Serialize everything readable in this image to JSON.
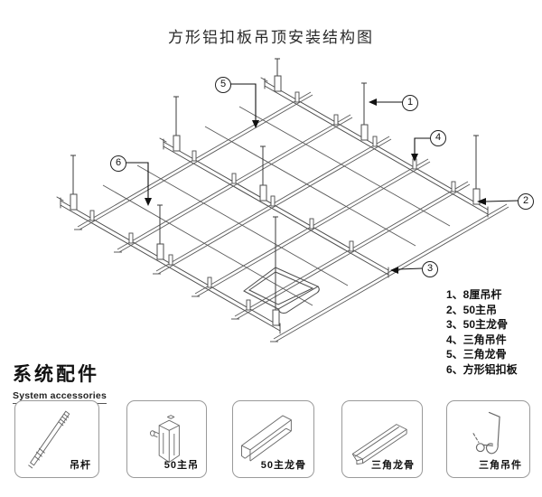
{
  "page": {
    "title": "方形铝扣板吊顶安装结构图"
  },
  "diagram": {
    "description": "isometric ceiling grid installation structure",
    "callouts": [
      {
        "num": "1",
        "target": "8厘吊杆"
      },
      {
        "num": "2",
        "target": "50主吊"
      },
      {
        "num": "3",
        "target": "50主龙骨"
      },
      {
        "num": "4",
        "target": "三角吊件"
      },
      {
        "num": "5",
        "target": "三角龙骨"
      },
      {
        "num": "6",
        "target": "方形铝扣板"
      }
    ]
  },
  "legend": {
    "items": [
      "1、8厘吊杆",
      "2、50主吊",
      "3、50主龙骨",
      "4、三角吊件",
      "5、三角龙骨",
      "6、方形铝扣板"
    ]
  },
  "sections": {
    "accessories": {
      "title_zh": "系统配件",
      "title_en": "System accessories"
    }
  },
  "accessories": {
    "items": [
      {
        "label": "吊杆"
      },
      {
        "label": "50主吊"
      },
      {
        "label": "50主龙骨"
      },
      {
        "label": "三角龙骨"
      },
      {
        "label": "三角吊件"
      }
    ]
  },
  "colors": {
    "line": "#4d4d4d",
    "callout_line": "#111111",
    "box_border": "#9a9a9a"
  }
}
